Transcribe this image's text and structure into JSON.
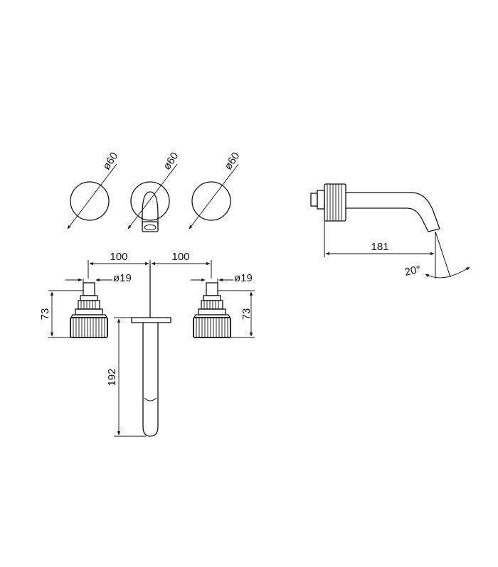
{
  "dimensions": {
    "dia_handle_left": "ø60",
    "dia_spout_plate": "ø60",
    "dia_handle_right": "ø60",
    "spacing_left": "100",
    "spacing_right": "100",
    "dia_stem_left": "ø19",
    "dia_stem_right": "ø19",
    "height_left": "73",
    "height_right": "73",
    "spout_length": "192",
    "spout_projection": "181",
    "spout_angle": "20°"
  },
  "colors": {
    "line": "#111111",
    "background": "#ffffff"
  }
}
